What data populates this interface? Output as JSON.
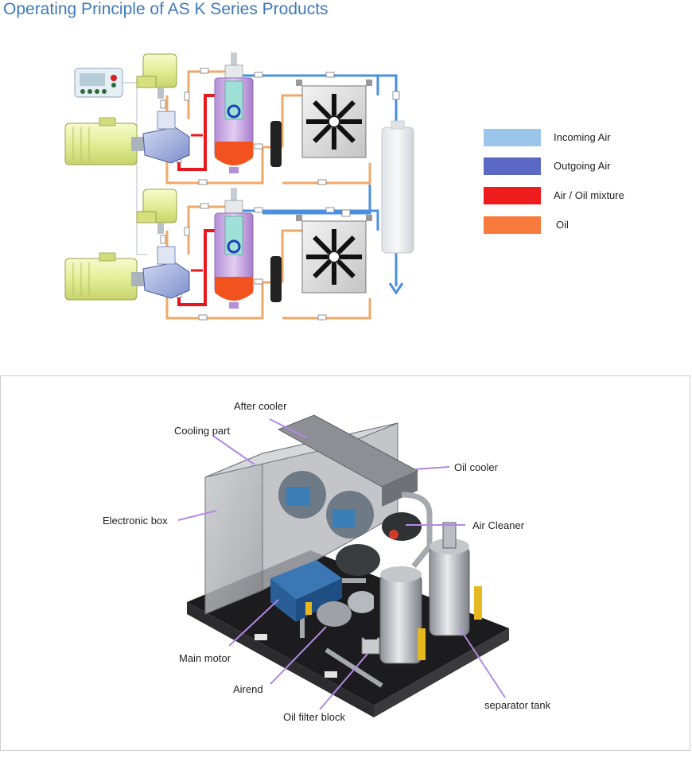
{
  "title": "Operating Principle of AS K Series Products",
  "legend": [
    {
      "label": "Incoming Air",
      "color": "#9cc5ec"
    },
    {
      "label": "Outgoing Air",
      "color": "#5a68c4"
    },
    {
      "label": "Air / Oil mixture",
      "color": "#ee1c1c"
    },
    {
      "label": "Oil",
      "color": "#f77a3c"
    }
  ],
  "colors": {
    "incoming_air": "#9cc5ec",
    "outgoing_air": "#4a8fe0",
    "air_oil": "#e8171c",
    "oil": "#f0a868",
    "motor": "#e6f2a0",
    "separator_body": "#c9a6e0"
  },
  "callouts": {
    "after_cooler": "After cooler",
    "cooling_part": "Cooling part",
    "oil_cooler": "Oil cooler",
    "electronic_box": "Electronic box",
    "air_cleaner": "Air Cleaner",
    "main_motor": "Main motor",
    "airend": "Airend",
    "oil_filter_block": "Oil filter block",
    "separator_tank": "separator tank"
  }
}
